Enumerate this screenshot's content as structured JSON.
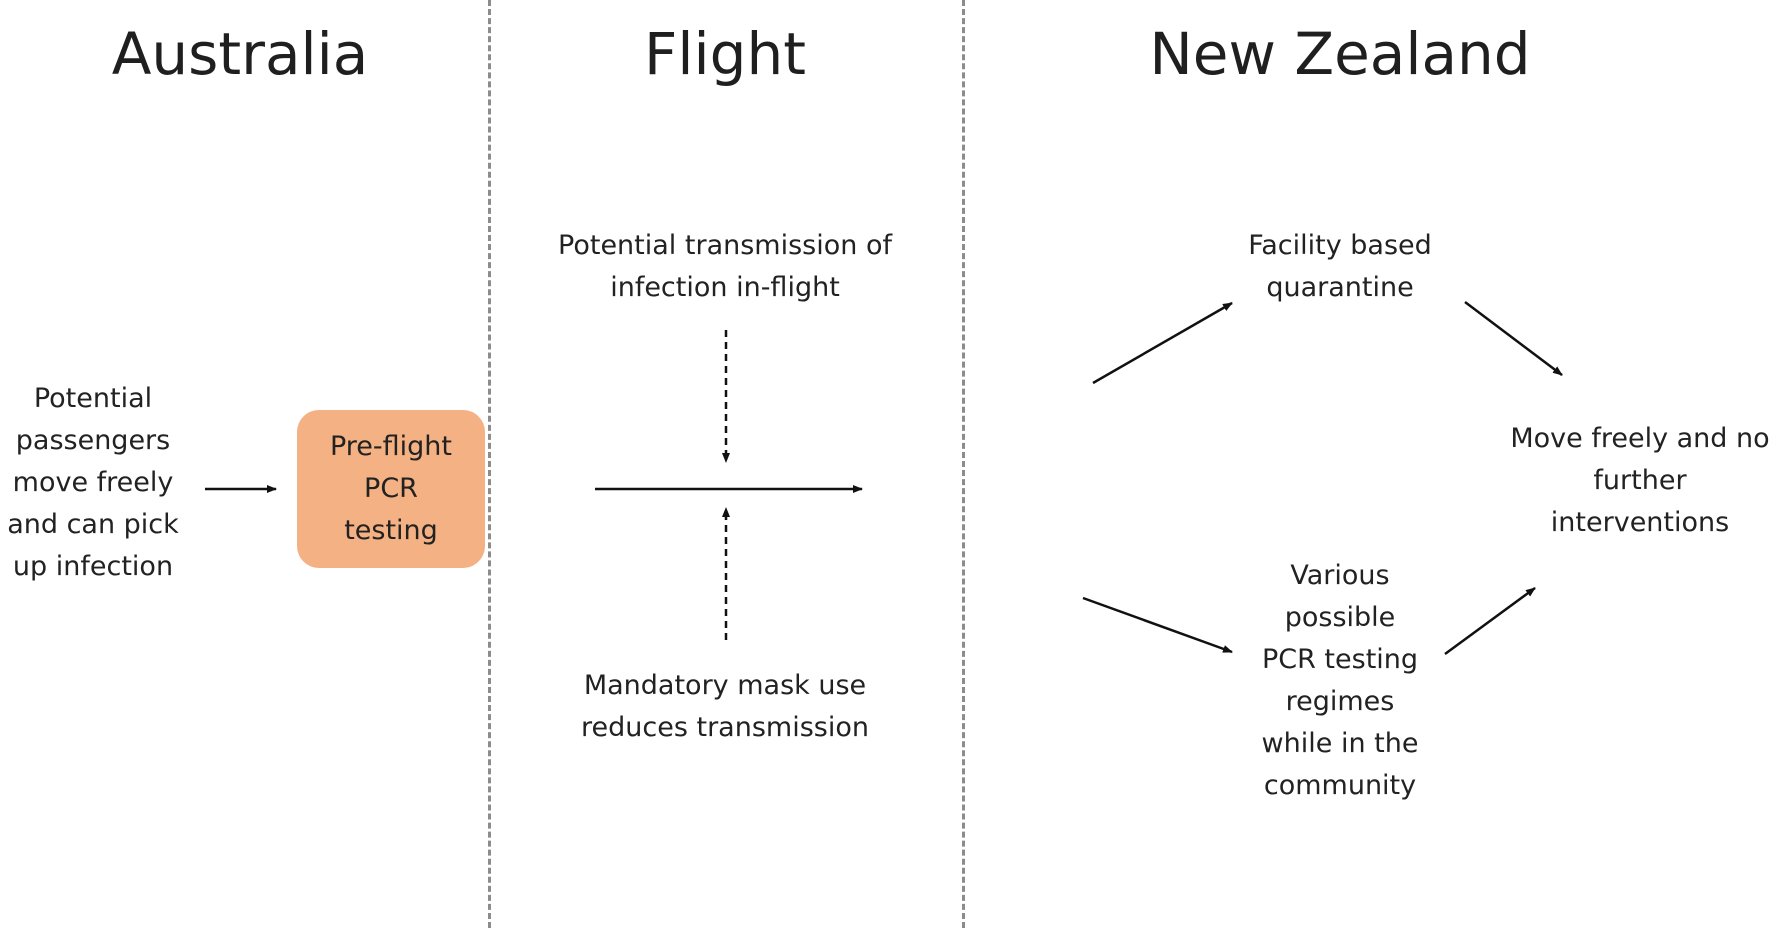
{
  "sections": {
    "australia": "Australia",
    "flight": "Flight",
    "new_zealand": "New Zealand"
  },
  "nodes": {
    "passengers": [
      "Potential",
      "passengers",
      "move freely",
      "and can pick",
      "up infection"
    ],
    "preflight": [
      "Pre-flight",
      "PCR",
      "testing"
    ],
    "inflight_transmission": [
      "Potential transmission of",
      "infection in-flight"
    ],
    "mask_use": [
      "Mandatory mask use",
      "reduces transmission"
    ],
    "quarantine": [
      "Facility based",
      "quarantine"
    ],
    "community_testing": [
      "Various",
      "possible",
      "PCR testing",
      "regimes",
      "while in the",
      "community"
    ],
    "move_freely": [
      "Move freely and no",
      "further",
      "interventions"
    ]
  },
  "colors": {
    "preflight_box": "#f4b183",
    "divider": "#8c8c8c",
    "arrow": "#111111"
  }
}
